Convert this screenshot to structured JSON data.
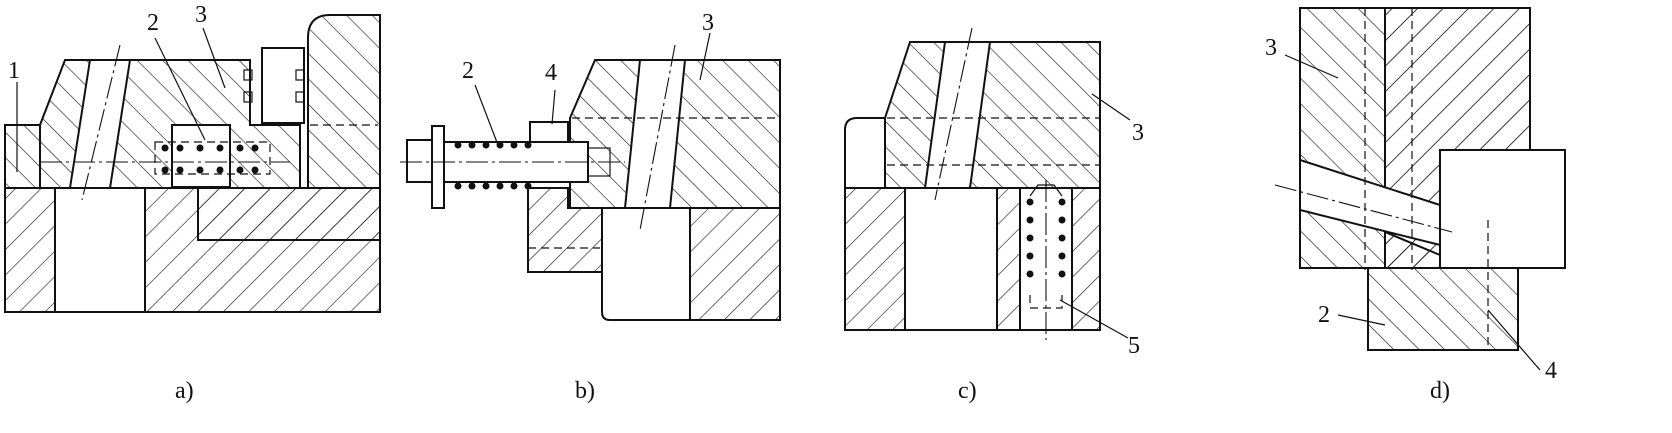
{
  "labels": {
    "a": {
      "n1": "1",
      "n2": "2",
      "n3": "3"
    },
    "b": {
      "n2": "2",
      "n4": "4",
      "n3": "3"
    },
    "c": {
      "n3": "3",
      "n5": "5"
    },
    "d": {
      "n3": "3",
      "n2": "2",
      "n4": "4"
    }
  },
  "captions": {
    "a": "a)",
    "b": "b)",
    "c": "c)",
    "d": "d)"
  }
}
